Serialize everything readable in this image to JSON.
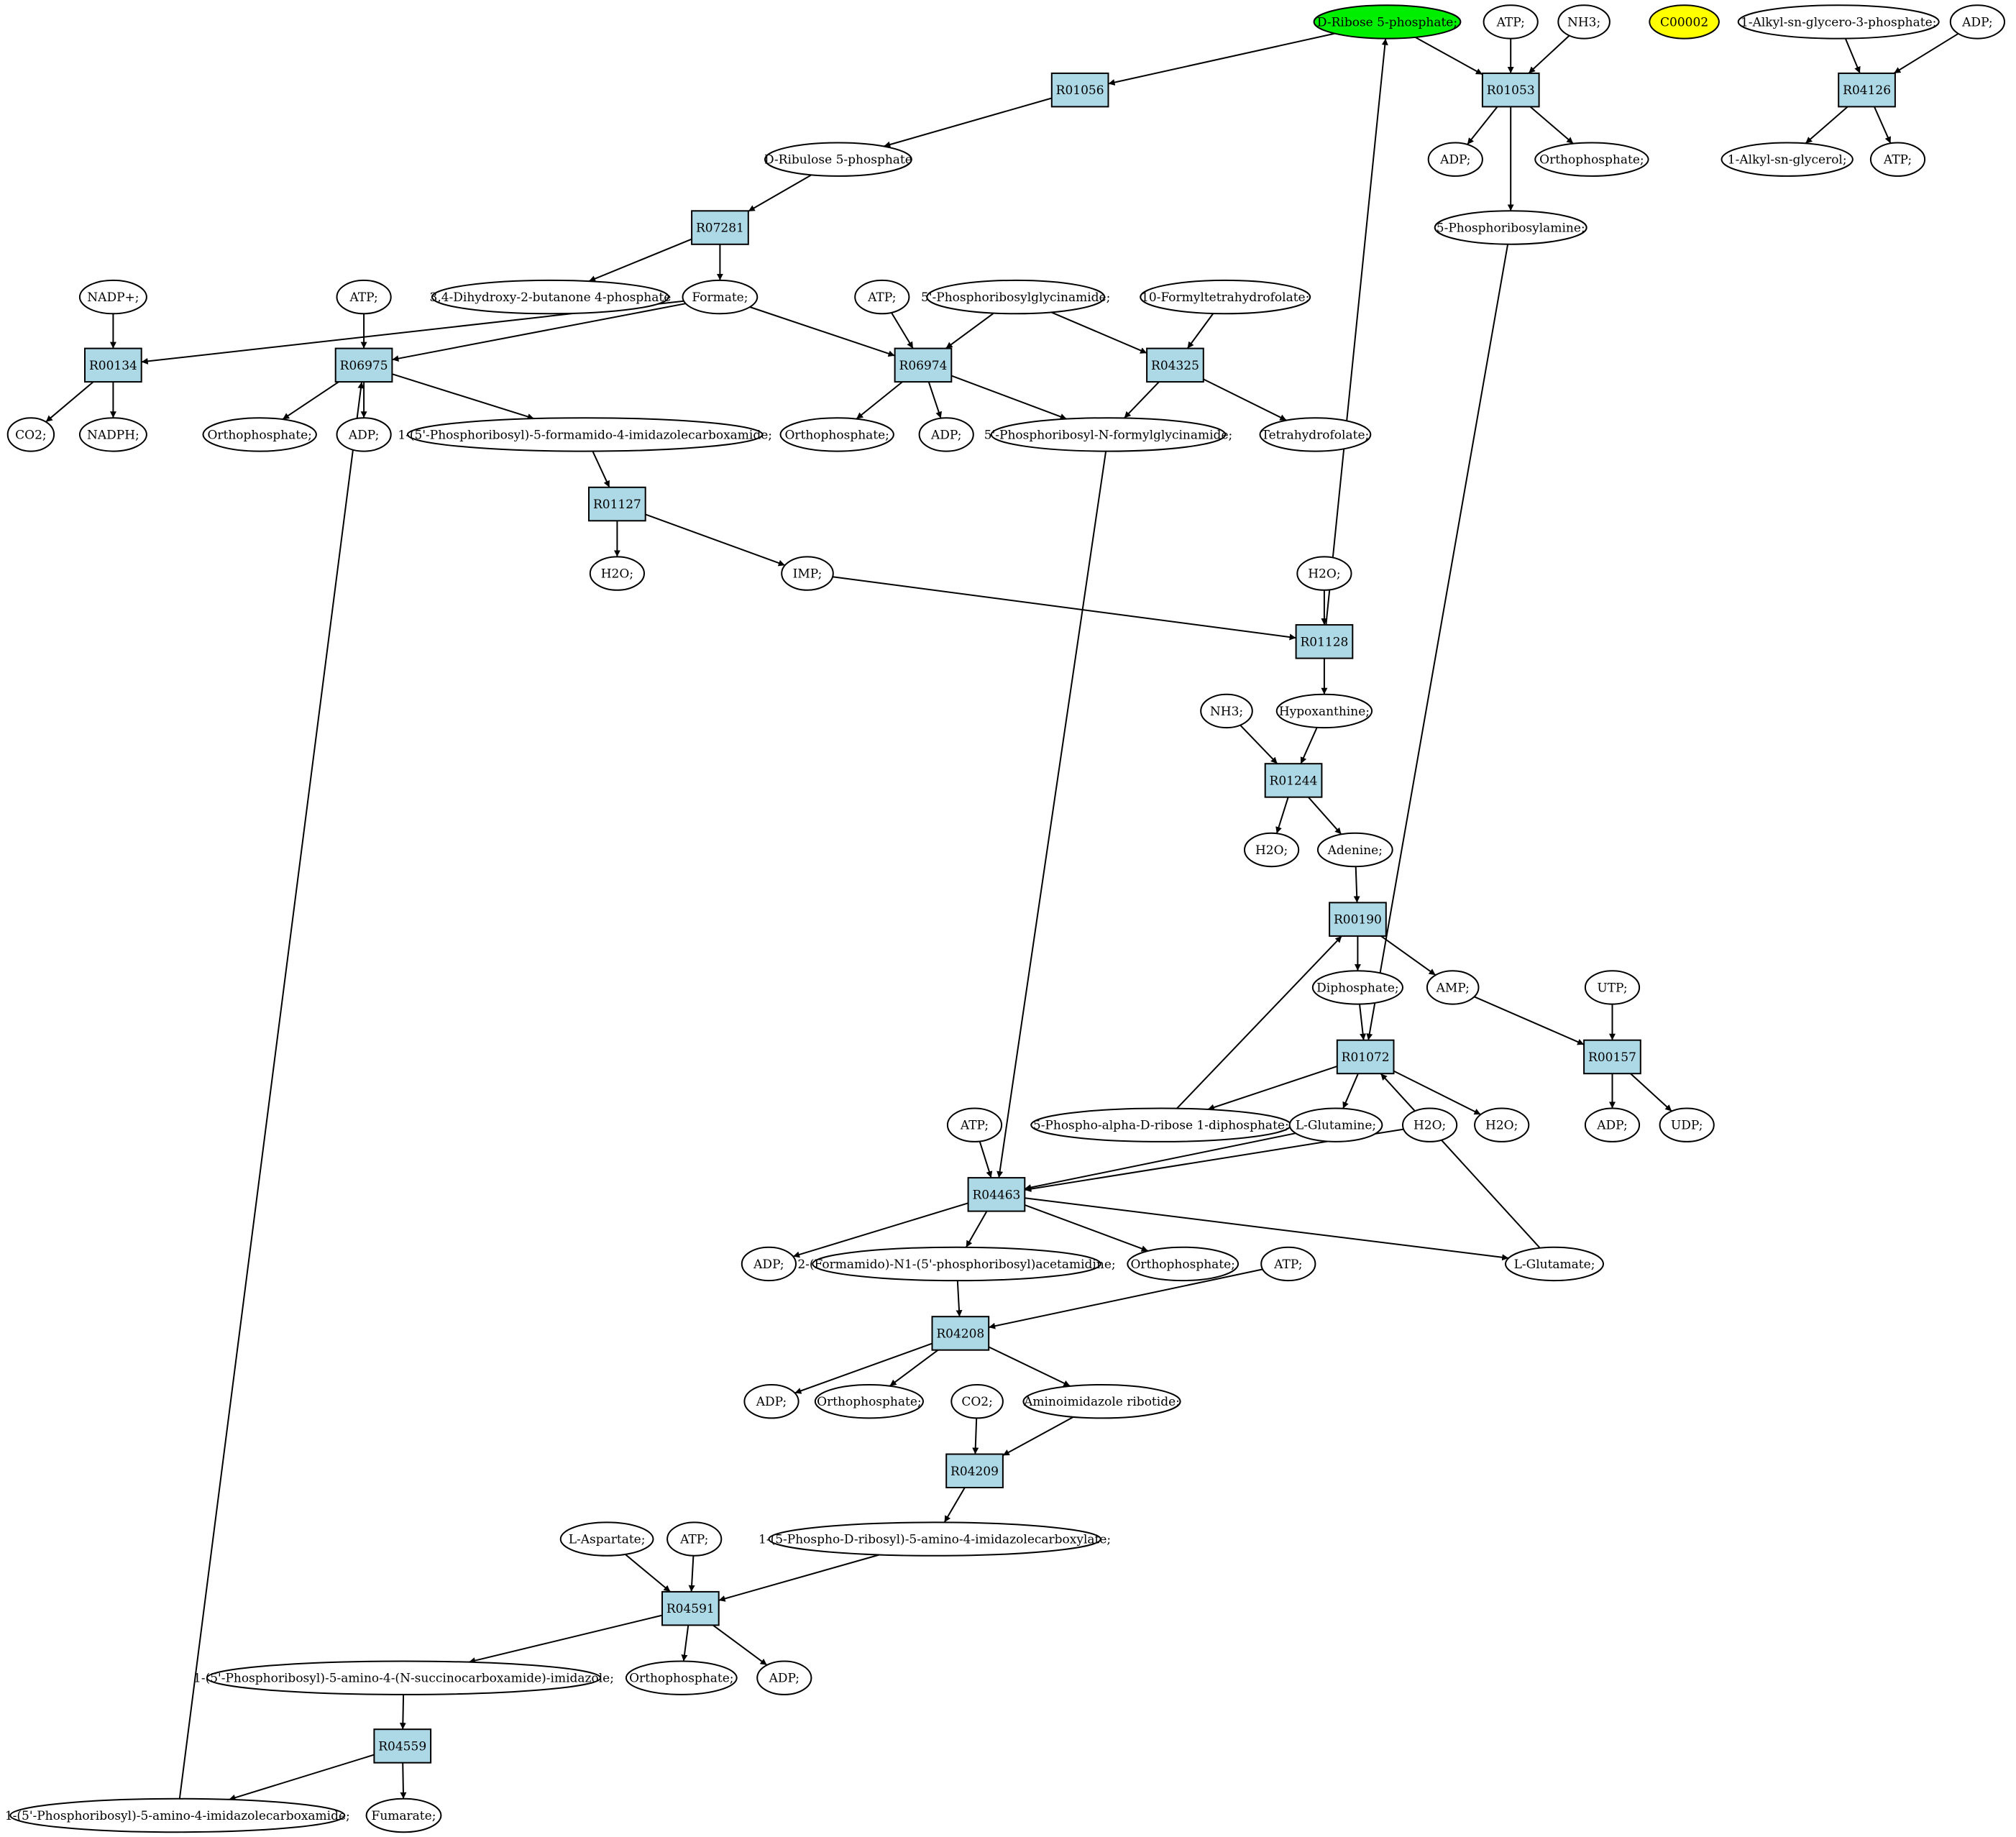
{
  "colors": {
    "reaction_fill": "#add8e6",
    "compound_fill": "#ffffff",
    "highlight_green": "#00ee00",
    "highlight_yellow": "#ffff00"
  },
  "nodes": [
    {
      "id": "rib5p",
      "type": "compound",
      "label": "D-Ribose 5-phosphate;",
      "fill": "#00ee00"
    },
    {
      "id": "atp_a",
      "type": "compound",
      "label": "ATP;"
    },
    {
      "id": "nh3_a",
      "type": "compound",
      "label": "NH3;"
    },
    {
      "id": "c00002",
      "type": "compound",
      "label": "C00002",
      "fill": "#ffff00"
    },
    {
      "id": "alkylg3p",
      "type": "compound",
      "label": "1-Alkyl-sn-glycero-3-phosphate;"
    },
    {
      "id": "adp_a",
      "type": "compound",
      "label": "ADP;"
    },
    {
      "id": "R01056",
      "type": "reaction",
      "label": "R01056"
    },
    {
      "id": "R01053",
      "type": "reaction",
      "label": "R01053"
    },
    {
      "id": "R04126",
      "type": "reaction",
      "label": "R04126"
    },
    {
      "id": "adp_b",
      "type": "compound",
      "label": "ADP;"
    },
    {
      "id": "ortho_a",
      "type": "compound",
      "label": "Orthophosphate;"
    },
    {
      "id": "alkylg",
      "type": "compound",
      "label": "1-Alkyl-sn-glycerol;"
    },
    {
      "id": "atp_b",
      "type": "compound",
      "label": "ATP;"
    },
    {
      "id": "ribu5p",
      "type": "compound",
      "label": "D-Ribulose 5-phosphate"
    },
    {
      "id": "pra",
      "type": "compound",
      "label": "5-Phosphoribosylamine;"
    },
    {
      "id": "R07281",
      "type": "reaction",
      "label": "R07281"
    },
    {
      "id": "nadp",
      "type": "compound",
      "label": "NADP+;"
    },
    {
      "id": "atp_c",
      "type": "compound",
      "label": "ATP;"
    },
    {
      "id": "dhbp",
      "type": "compound",
      "label": "3,4-Dihydroxy-2-butanone 4-phosphate"
    },
    {
      "id": "formate",
      "type": "compound",
      "label": "Formate;"
    },
    {
      "id": "atp_d",
      "type": "compound",
      "label": "ATP;"
    },
    {
      "id": "gar",
      "type": "compound",
      "label": "5'-Phosphoribosylglycinamide;"
    },
    {
      "id": "fthf",
      "type": "compound",
      "label": "10-Formyltetrahydrofolate;"
    },
    {
      "id": "R00134",
      "type": "reaction",
      "label": "R00134"
    },
    {
      "id": "R06975",
      "type": "reaction",
      "label": "R06975"
    },
    {
      "id": "R06974",
      "type": "reaction",
      "label": "R06974"
    },
    {
      "id": "R04325",
      "type": "reaction",
      "label": "R04325"
    },
    {
      "id": "co2_a",
      "type": "compound",
      "label": "CO2;"
    },
    {
      "id": "nadph",
      "type": "compound",
      "label": "NADPH;"
    },
    {
      "id": "ortho_b",
      "type": "compound",
      "label": "Orthophosphate;"
    },
    {
      "id": "adp_c",
      "type": "compound",
      "label": "ADP;"
    },
    {
      "id": "faicar",
      "type": "compound",
      "label": "1-(5'-Phosphoribosyl)-5-formamido-4-imidazolecarboxamide;"
    },
    {
      "id": "ortho_c",
      "type": "compound",
      "label": "Orthophosphate;"
    },
    {
      "id": "adp_d",
      "type": "compound",
      "label": "ADP;"
    },
    {
      "id": "fgar",
      "type": "compound",
      "label": "5'-Phosphoribosyl-N-formylglycinamide;"
    },
    {
      "id": "thf",
      "type": "compound",
      "label": "Tetrahydrofolate;"
    },
    {
      "id": "R01127",
      "type": "reaction",
      "label": "R01127"
    },
    {
      "id": "h2o_a",
      "type": "compound",
      "label": "H2O;"
    },
    {
      "id": "imp",
      "type": "compound",
      "label": "IMP;"
    },
    {
      "id": "h2o_b",
      "type": "compound",
      "label": "H2O;"
    },
    {
      "id": "R01128",
      "type": "reaction",
      "label": "R01128"
    },
    {
      "id": "nh3_b",
      "type": "compound",
      "label": "NH3;"
    },
    {
      "id": "hypox",
      "type": "compound",
      "label": "Hypoxanthine;"
    },
    {
      "id": "R01244",
      "type": "reaction",
      "label": "R01244"
    },
    {
      "id": "h2o_c",
      "type": "compound",
      "label": "H2O;"
    },
    {
      "id": "adenine",
      "type": "compound",
      "label": "Adenine;"
    },
    {
      "id": "R00190",
      "type": "reaction",
      "label": "R00190"
    },
    {
      "id": "diphos",
      "type": "compound",
      "label": "Diphosphate;"
    },
    {
      "id": "amp",
      "type": "compound",
      "label": "AMP;"
    },
    {
      "id": "utp",
      "type": "compound",
      "label": "UTP;"
    },
    {
      "id": "R01072",
      "type": "reaction",
      "label": "R01072"
    },
    {
      "id": "R00157",
      "type": "reaction",
      "label": "R00157"
    },
    {
      "id": "prpp",
      "type": "compound",
      "label": "5-Phospho-alpha-D-ribose 1-diphosphate;"
    },
    {
      "id": "gln",
      "type": "compound",
      "label": "L-Glutamine;"
    },
    {
      "id": "h2o_d",
      "type": "compound",
      "label": "H2O;"
    },
    {
      "id": "h2o_e",
      "type": "compound",
      "label": "H2O;"
    },
    {
      "id": "adp_e",
      "type": "compound",
      "label": "ADP;"
    },
    {
      "id": "udp",
      "type": "compound",
      "label": "UDP;"
    },
    {
      "id": "atp_e",
      "type": "compound",
      "label": "ATP;"
    },
    {
      "id": "R04463",
      "type": "reaction",
      "label": "R04463"
    },
    {
      "id": "adp_f",
      "type": "compound",
      "label": "ADP;"
    },
    {
      "id": "fgam",
      "type": "compound",
      "label": "2-(Formamido)-N1-(5'-phosphoribosyl)acetamidine;"
    },
    {
      "id": "ortho_d",
      "type": "compound",
      "label": "Orthophosphate;"
    },
    {
      "id": "glu",
      "type": "compound",
      "label": "L-Glutamate;"
    },
    {
      "id": "atp_f",
      "type": "compound",
      "label": "ATP;"
    },
    {
      "id": "R04208",
      "type": "reaction",
      "label": "R04208"
    },
    {
      "id": "adp_g",
      "type": "compound",
      "label": "ADP;"
    },
    {
      "id": "ortho_e",
      "type": "compound",
      "label": "Orthophosphate;"
    },
    {
      "id": "co2_b",
      "type": "compound",
      "label": "CO2;"
    },
    {
      "id": "air",
      "type": "compound",
      "label": "Aminoimidazole ribotide;"
    },
    {
      "id": "R04209",
      "type": "reaction",
      "label": "R04209"
    },
    {
      "id": "cair",
      "type": "compound",
      "label": "1-(5-Phospho-D-ribosyl)-5-amino-4-imidazolecarboxylate;"
    },
    {
      "id": "asp",
      "type": "compound",
      "label": "L-Aspartate;"
    },
    {
      "id": "atp_g",
      "type": "compound",
      "label": "ATP;"
    },
    {
      "id": "R04591",
      "type": "reaction",
      "label": "R04591"
    },
    {
      "id": "saicar",
      "type": "compound",
      "label": "1-(5'-Phosphoribosyl)-5-amino-4-(N-succinocarboxamide)-imidazole;"
    },
    {
      "id": "ortho_f",
      "type": "compound",
      "label": "Orthophosphate;"
    },
    {
      "id": "adp_h",
      "type": "compound",
      "label": "ADP;"
    },
    {
      "id": "R04559",
      "type": "reaction",
      "label": "R04559"
    },
    {
      "id": "aicar",
      "type": "compound",
      "label": "1-(5'-Phosphoribosyl)-5-amino-4-imidazolecarboxamide;"
    },
    {
      "id": "fumarate",
      "type": "compound",
      "label": "Fumarate;"
    }
  ],
  "edges": [
    [
      "rib5p",
      "R01056"
    ],
    [
      "rib5p",
      "R01053"
    ],
    [
      "atp_a",
      "R01053"
    ],
    [
      "nh3_a",
      "R01053"
    ],
    [
      "alkylg3p",
      "R04126"
    ],
    [
      "adp_a",
      "R04126"
    ],
    [
      "R01053",
      "adp_b"
    ],
    [
      "R01053",
      "ortho_a"
    ],
    [
      "R01053",
      "pra"
    ],
    [
      "R04126",
      "alkylg"
    ],
    [
      "R04126",
      "atp_b"
    ],
    [
      "R01056",
      "ribu5p"
    ],
    [
      "ribu5p",
      "R07281"
    ],
    [
      "R07281",
      "dhbp"
    ],
    [
      "R07281",
      "formate"
    ],
    [
      "nadp",
      "R00134"
    ],
    [
      "formate",
      "R00134"
    ],
    [
      "atp_c",
      "R06975"
    ],
    [
      "formate",
      "R06975"
    ],
    [
      "aicar",
      "R06975"
    ],
    [
      "formate",
      "R06974"
    ],
    [
      "atp_d",
      "R06974"
    ],
    [
      "gar",
      "R06974"
    ],
    [
      "gar",
      "R04325"
    ],
    [
      "fthf",
      "R04325"
    ],
    [
      "R00134",
      "co2_a"
    ],
    [
      "R00134",
      "nadph"
    ],
    [
      "R06975",
      "ortho_b"
    ],
    [
      "R06975",
      "adp_c"
    ],
    [
      "R06975",
      "faicar"
    ],
    [
      "R06974",
      "ortho_c"
    ],
    [
      "R06974",
      "adp_d"
    ],
    [
      "R06974",
      "fgar"
    ],
    [
      "R04325",
      "fgar"
    ],
    [
      "R04325",
      "thf"
    ],
    [
      "faicar",
      "R01127"
    ],
    [
      "R01127",
      "h2o_a"
    ],
    [
      "R01127",
      "imp"
    ],
    [
      "imp",
      "R01128"
    ],
    [
      "h2o_b",
      "R01128"
    ],
    [
      "R01128",
      "rib5p"
    ],
    [
      "R01128",
      "hypox"
    ],
    [
      "nh3_b",
      "R01244"
    ],
    [
      "hypox",
      "R01244"
    ],
    [
      "R01244",
      "h2o_c"
    ],
    [
      "R01244",
      "adenine"
    ],
    [
      "adenine",
      "R00190"
    ],
    [
      "prpp",
      "R00190"
    ],
    [
      "R00190",
      "diphos"
    ],
    [
      "R00190",
      "amp"
    ],
    [
      "diphos",
      "R01072"
    ],
    [
      "pra",
      "R01072"
    ],
    [
      "glu",
      "R01072"
    ],
    [
      "amp",
      "R00157"
    ],
    [
      "utp",
      "R00157"
    ],
    [
      "R01072",
      "prpp"
    ],
    [
      "R01072",
      "gln"
    ],
    [
      "R01072",
      "h2o_e"
    ],
    [
      "R00157",
      "adp_e"
    ],
    [
      "R00157",
      "udp"
    ],
    [
      "fgar",
      "R04463"
    ],
    [
      "atp_e",
      "R04463"
    ],
    [
      "gln",
      "R04463"
    ],
    [
      "h2o_d",
      "R04463"
    ],
    [
      "R04463",
      "adp_f"
    ],
    [
      "R04463",
      "fgam"
    ],
    [
      "R04463",
      "ortho_d"
    ],
    [
      "R04463",
      "glu"
    ],
    [
      "fgam",
      "R04208"
    ],
    [
      "atp_f",
      "R04208"
    ],
    [
      "R04208",
      "adp_g"
    ],
    [
      "R04208",
      "ortho_e"
    ],
    [
      "R04208",
      "air"
    ],
    [
      "co2_b",
      "R04209"
    ],
    [
      "air",
      "R04209"
    ],
    [
      "R04209",
      "cair"
    ],
    [
      "asp",
      "R04591"
    ],
    [
      "atp_g",
      "R04591"
    ],
    [
      "cair",
      "R04591"
    ],
    [
      "R04591",
      "saicar"
    ],
    [
      "R04591",
      "ortho_f"
    ],
    [
      "R04591",
      "adp_h"
    ],
    [
      "saicar",
      "R04559"
    ],
    [
      "R04559",
      "aicar"
    ],
    [
      "R04559",
      "fumarate"
    ]
  ]
}
